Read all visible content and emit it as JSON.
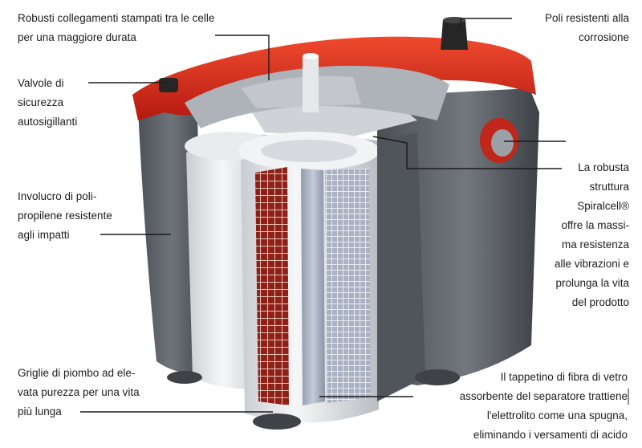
{
  "labels": {
    "top_left": [
      "Robusti collegamenti stampati tra le celle",
      "per una maggiore durata"
    ],
    "valves": [
      "Valvole di",
      "sicurezza",
      "autosigillanti"
    ],
    "casing": [
      "Involucro di poli-",
      "propilene resistente",
      "agli impatti"
    ],
    "grids": [
      "Griglie di piombo ad ele-",
      "vata purezza per una vita",
      "più lunga"
    ],
    "poles": [
      "Poli resistenti alla",
      "corrosione"
    ],
    "spiralcell": [
      "La robusta",
      "struttura",
      "Spiralcell®",
      "offre la massi-",
      "ma resistenza",
      "alle vibrazioni e",
      "prolunga la vita",
      "del prodotto"
    ],
    "mat": [
      "Il tappetino di fibra di vetro",
      "assorbente del separatore trattiene",
      "l'elettrolito come una spugna,",
      "eliminando i versamenti di acido"
    ]
  },
  "colors": {
    "lid_red": "#d8291b",
    "casing_gray": "#5c6268",
    "cell_white": "#eceef0",
    "cell_red": "#8e2018",
    "leader_line": "#1b1b1b"
  }
}
